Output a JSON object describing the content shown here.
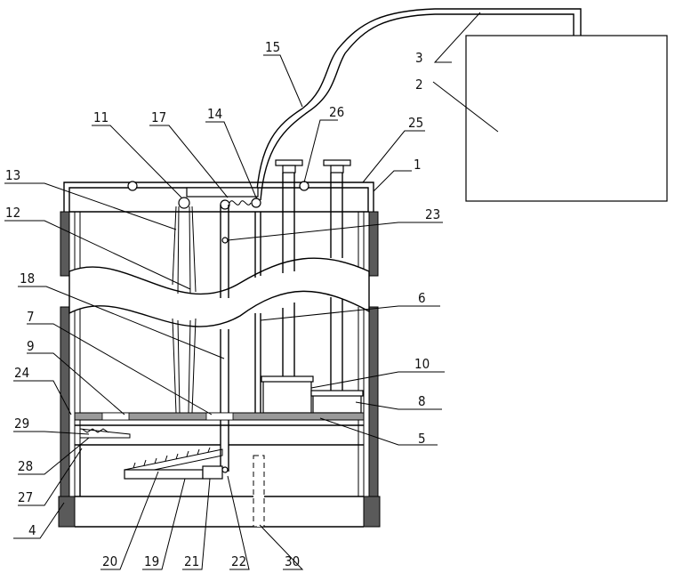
{
  "labels": [
    {
      "id": "1",
      "text": "1"
    },
    {
      "id": "2",
      "text": "2"
    },
    {
      "id": "3",
      "text": "3"
    },
    {
      "id": "4",
      "text": "4"
    },
    {
      "id": "5",
      "text": "5"
    },
    {
      "id": "6",
      "text": "6"
    },
    {
      "id": "7",
      "text": "7"
    },
    {
      "id": "8",
      "text": "8"
    },
    {
      "id": "9",
      "text": "9"
    },
    {
      "id": "10",
      "text": "10"
    },
    {
      "id": "11",
      "text": "11"
    },
    {
      "id": "12",
      "text": "12"
    },
    {
      "id": "13",
      "text": "13"
    },
    {
      "id": "14",
      "text": "14"
    },
    {
      "id": "15",
      "text": "15"
    },
    {
      "id": "17",
      "text": "17"
    },
    {
      "id": "18",
      "text": "18"
    },
    {
      "id": "19",
      "text": "19"
    },
    {
      "id": "20",
      "text": "20"
    },
    {
      "id": "21",
      "text": "21"
    },
    {
      "id": "22",
      "text": "22"
    },
    {
      "id": "23",
      "text": "23"
    },
    {
      "id": "24",
      "text": "24"
    },
    {
      "id": "25",
      "text": "25"
    },
    {
      "id": "26",
      "text": "26"
    },
    {
      "id": "27",
      "text": "27"
    },
    {
      "id": "28",
      "text": "28"
    },
    {
      "id": "29",
      "text": "29"
    },
    {
      "id": "30",
      "text": "30"
    }
  ]
}
